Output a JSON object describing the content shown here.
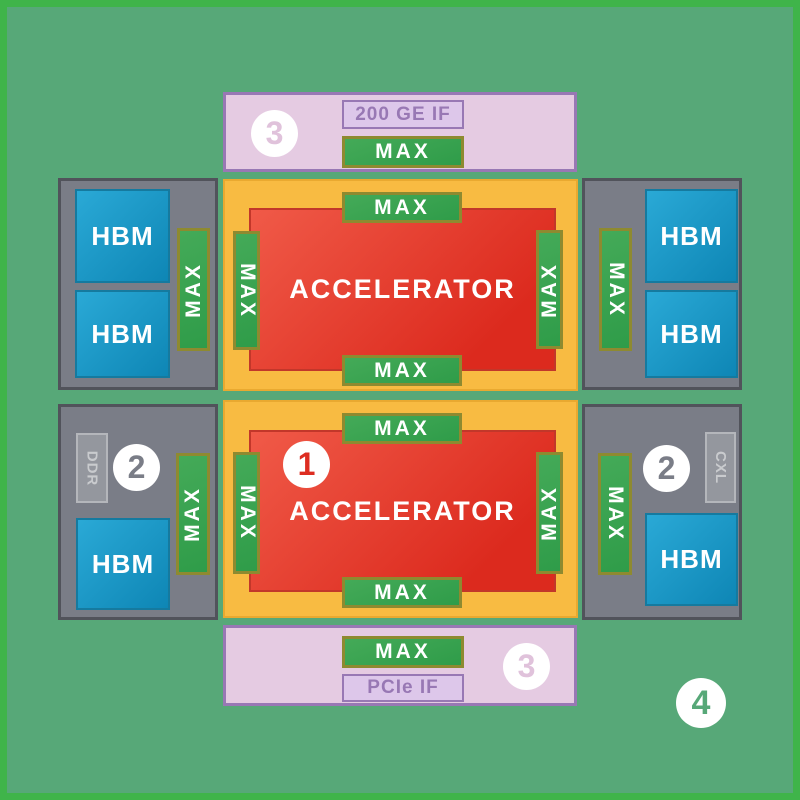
{
  "colors": {
    "background": "#57a878",
    "frame": "#3fb44a",
    "io_bank_fill": "#e5cbe2",
    "io_bank_border": "#9878b4",
    "tile_fill": "#f8bb42",
    "core_fill": "#e03425",
    "switch_fill": "#33a04e",
    "switch_border": "#8e8a30",
    "memory_bank_fill": "#7a7d87",
    "hbm_fill": "#1b96c4",
    "controller_fill": "#94979e"
  },
  "top_io_bank": {
    "callout": "3",
    "interface": "200 GE IF",
    "switch": "MAX"
  },
  "top_accelerator_tile": {
    "core": "ACCELERATOR",
    "switch": "MAX"
  },
  "bottom_accelerator_tile": {
    "callout": "1",
    "core": "ACCELERATOR",
    "switch": "MAX"
  },
  "top_left_memory_bank": {
    "hbm": [
      "HBM",
      "HBM"
    ],
    "switch": "MAX"
  },
  "top_right_memory_bank": {
    "hbm": [
      "HBM",
      "HBM"
    ],
    "switch": "MAX"
  },
  "bottom_left_memory_bank": {
    "callout": "2",
    "controller": "DDR",
    "hbm": "HBM",
    "switch": "MAX"
  },
  "bottom_right_memory_bank": {
    "callout": "2",
    "controller": "CXL",
    "hbm": "HBM",
    "switch": "MAX"
  },
  "bottom_io_bank": {
    "callout": "3",
    "switch": "MAX",
    "interface": "PCIe IF"
  },
  "package_callout": "4"
}
